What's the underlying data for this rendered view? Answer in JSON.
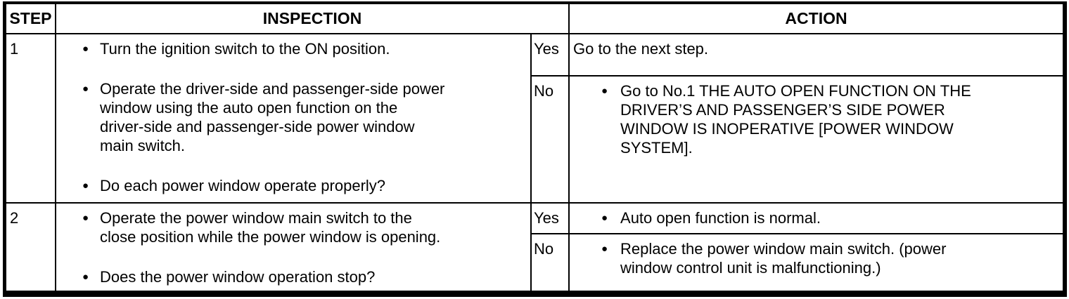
{
  "table": {
    "headers": {
      "step": "STEP",
      "inspection": "INSPECTION",
      "action": "ACTION"
    },
    "bullet_icon": "●",
    "steps": [
      {
        "number": "1",
        "inspection_bullets": [
          "Turn the ignition switch to the ON position.",
          "Operate the driver-side and passenger-side power\nwindow using the auto open function on the\ndriver-side and passenger-side power window\nmain switch.",
          "Do each power window operate properly?"
        ],
        "branches": [
          {
            "label": "Yes",
            "action": "Go to the next step."
          },
          {
            "label": "No",
            "action": "Go to No.1 THE AUTO OPEN FUNCTION ON THE\nDRIVER’S AND PASSENGER’S SIDE POWER\nWINDOW IS INOPERATIVE [POWER WINDOW\nSYSTEM]."
          }
        ]
      },
      {
        "number": "2",
        "inspection_bullets": [
          "Operate the power window main switch to the\nclose position while the power window is opening.",
          "Does the power window operation stop?"
        ],
        "branches": [
          {
            "label": "Yes",
            "action": "Auto open function is normal."
          },
          {
            "label": "No",
            "action": "Replace the power window main switch. (power\nwindow control unit is malfunctioning.)"
          }
        ]
      }
    ]
  }
}
